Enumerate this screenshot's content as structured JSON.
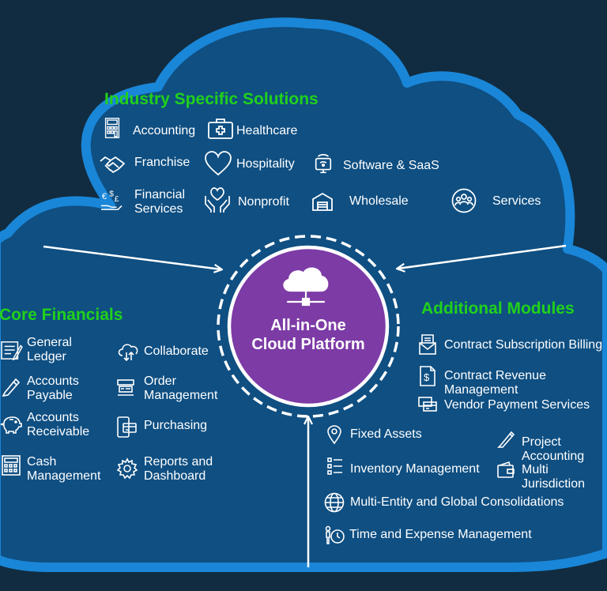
{
  "sections": {
    "industry": {
      "title": "Industry Specific Solutions",
      "items": [
        {
          "label": "Accounting",
          "icon": "calculator-icon"
        },
        {
          "label": "Healthcare",
          "icon": "medical-kit-icon"
        },
        {
          "label": "Franchise",
          "icon": "handshake-icon"
        },
        {
          "label": "Hospitality",
          "icon": "heart-icon"
        },
        {
          "label": "Software & SaaS",
          "icon": "wifi-monitor-icon"
        },
        {
          "label": "Financial\nServices",
          "icon": "currency-hand-icon"
        },
        {
          "label": "Nonprofit",
          "icon": "heart-hands-icon"
        },
        {
          "label": "Wholesale",
          "icon": "warehouse-icon"
        },
        {
          "label": "Services",
          "icon": "people-circle-icon"
        }
      ]
    },
    "core": {
      "title": "Core Financials",
      "items": [
        {
          "label": "General\nLedger",
          "icon": "ledger-icon"
        },
        {
          "label": "Collaborate",
          "icon": "cloud-sync-icon"
        },
        {
          "label": "Accounts\nPayable",
          "icon": "pen-icon"
        },
        {
          "label": "Order\nManagement",
          "icon": "register-icon"
        },
        {
          "label": "Accounts\nReceivable",
          "icon": "piggy-bank-icon"
        },
        {
          "label": "Purchasing",
          "icon": "card-phone-icon"
        },
        {
          "label": "Cash\nManagement",
          "icon": "cash-register-icon"
        },
        {
          "label": "Reports and\nDashboard",
          "icon": "gear-icon"
        }
      ]
    },
    "modules": {
      "title": "Additional Modules",
      "items": [
        {
          "label": "Contract Subscription Billing",
          "icon": "envelope-doc-icon"
        },
        {
          "label": "Contract Revenue Management",
          "icon": "dollar-doc-icon"
        },
        {
          "label": "Vendor Payment Services",
          "icon": "payment-cards-icon"
        },
        {
          "label": "Fixed Assets",
          "icon": "location-pin-icon"
        },
        {
          "label": "Project Accounting",
          "icon": "pencil-icon"
        },
        {
          "label": "Inventory Management",
          "icon": "checklist-icon"
        },
        {
          "label": "Multi Jurisdiction",
          "icon": "wallet-icon"
        },
        {
          "label": "Multi-Entity and Global Consolidations",
          "icon": "globe-icon"
        },
        {
          "label": "Time and Expense Management",
          "icon": "person-clock-icon"
        }
      ]
    }
  },
  "hub": {
    "title": "All-in-One\nCloud Platform",
    "icon": "cloud-network-icon"
  },
  "colors": {
    "background": "#112c40",
    "cloud_fill": "#0f4f82",
    "cloud_outline": "#1a86d8",
    "heading": "#21d11b",
    "hub_fill": "#7d3ba6"
  }
}
